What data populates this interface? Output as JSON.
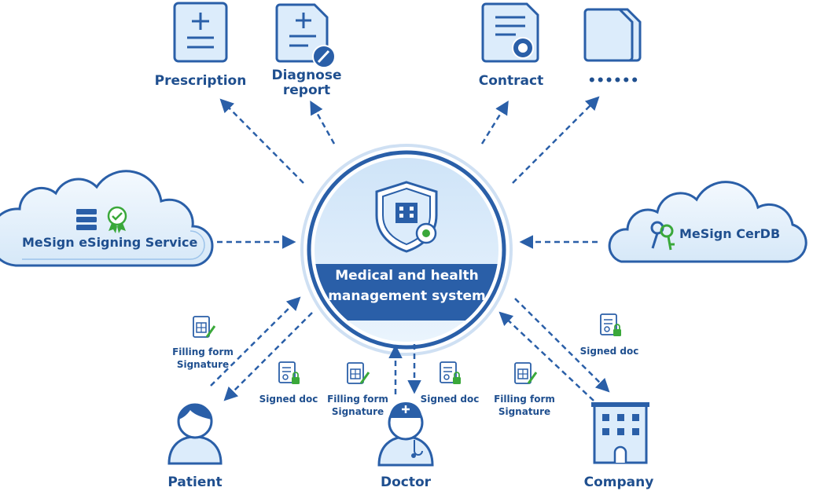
{
  "colors": {
    "primary": "#2a5fa8",
    "label": "#1f4f8f",
    "light_fill": "#dcecfb",
    "green": "#3aa83a",
    "arrow": "#2a5fa8"
  },
  "documents": [
    {
      "label": "Prescription",
      "icon": "prescription-icon"
    },
    {
      "label_lines": [
        "Diagnose",
        "report"
      ],
      "icon": "diagnose-report-icon"
    },
    {
      "label": "Contract",
      "icon": "contract-icon"
    },
    {
      "label": "••••••",
      "icon": "documents-icon"
    }
  ],
  "center": {
    "title_line1": "Medical and health",
    "title_line2": "management system",
    "icon": "hospital-shield-icon"
  },
  "services": {
    "left": {
      "label": "MeSign eSigning Service",
      "icons": [
        "server-icon",
        "certificate-badge-icon"
      ]
    },
    "right": {
      "label": "MeSign CerDB",
      "icon": "keys-icon"
    }
  },
  "actors": {
    "patient": {
      "label": "Patient",
      "icon": "patient-icon"
    },
    "doctor": {
      "label": "Doctor",
      "icon": "doctor-icon"
    },
    "company": {
      "label": "Company",
      "icon": "company-building-icon"
    }
  },
  "flow_labels": {
    "patient_up": {
      "line1": "Filling form",
      "line2": "Signature"
    },
    "patient_down": "Signed doc",
    "doctor_up": {
      "line1": "Filling form",
      "line2": "Signature"
    },
    "doctor_down": "Signed doc",
    "company_up": {
      "line1": "Filling form",
      "line2": "Signature"
    },
    "company_down": "Signed doc"
  }
}
